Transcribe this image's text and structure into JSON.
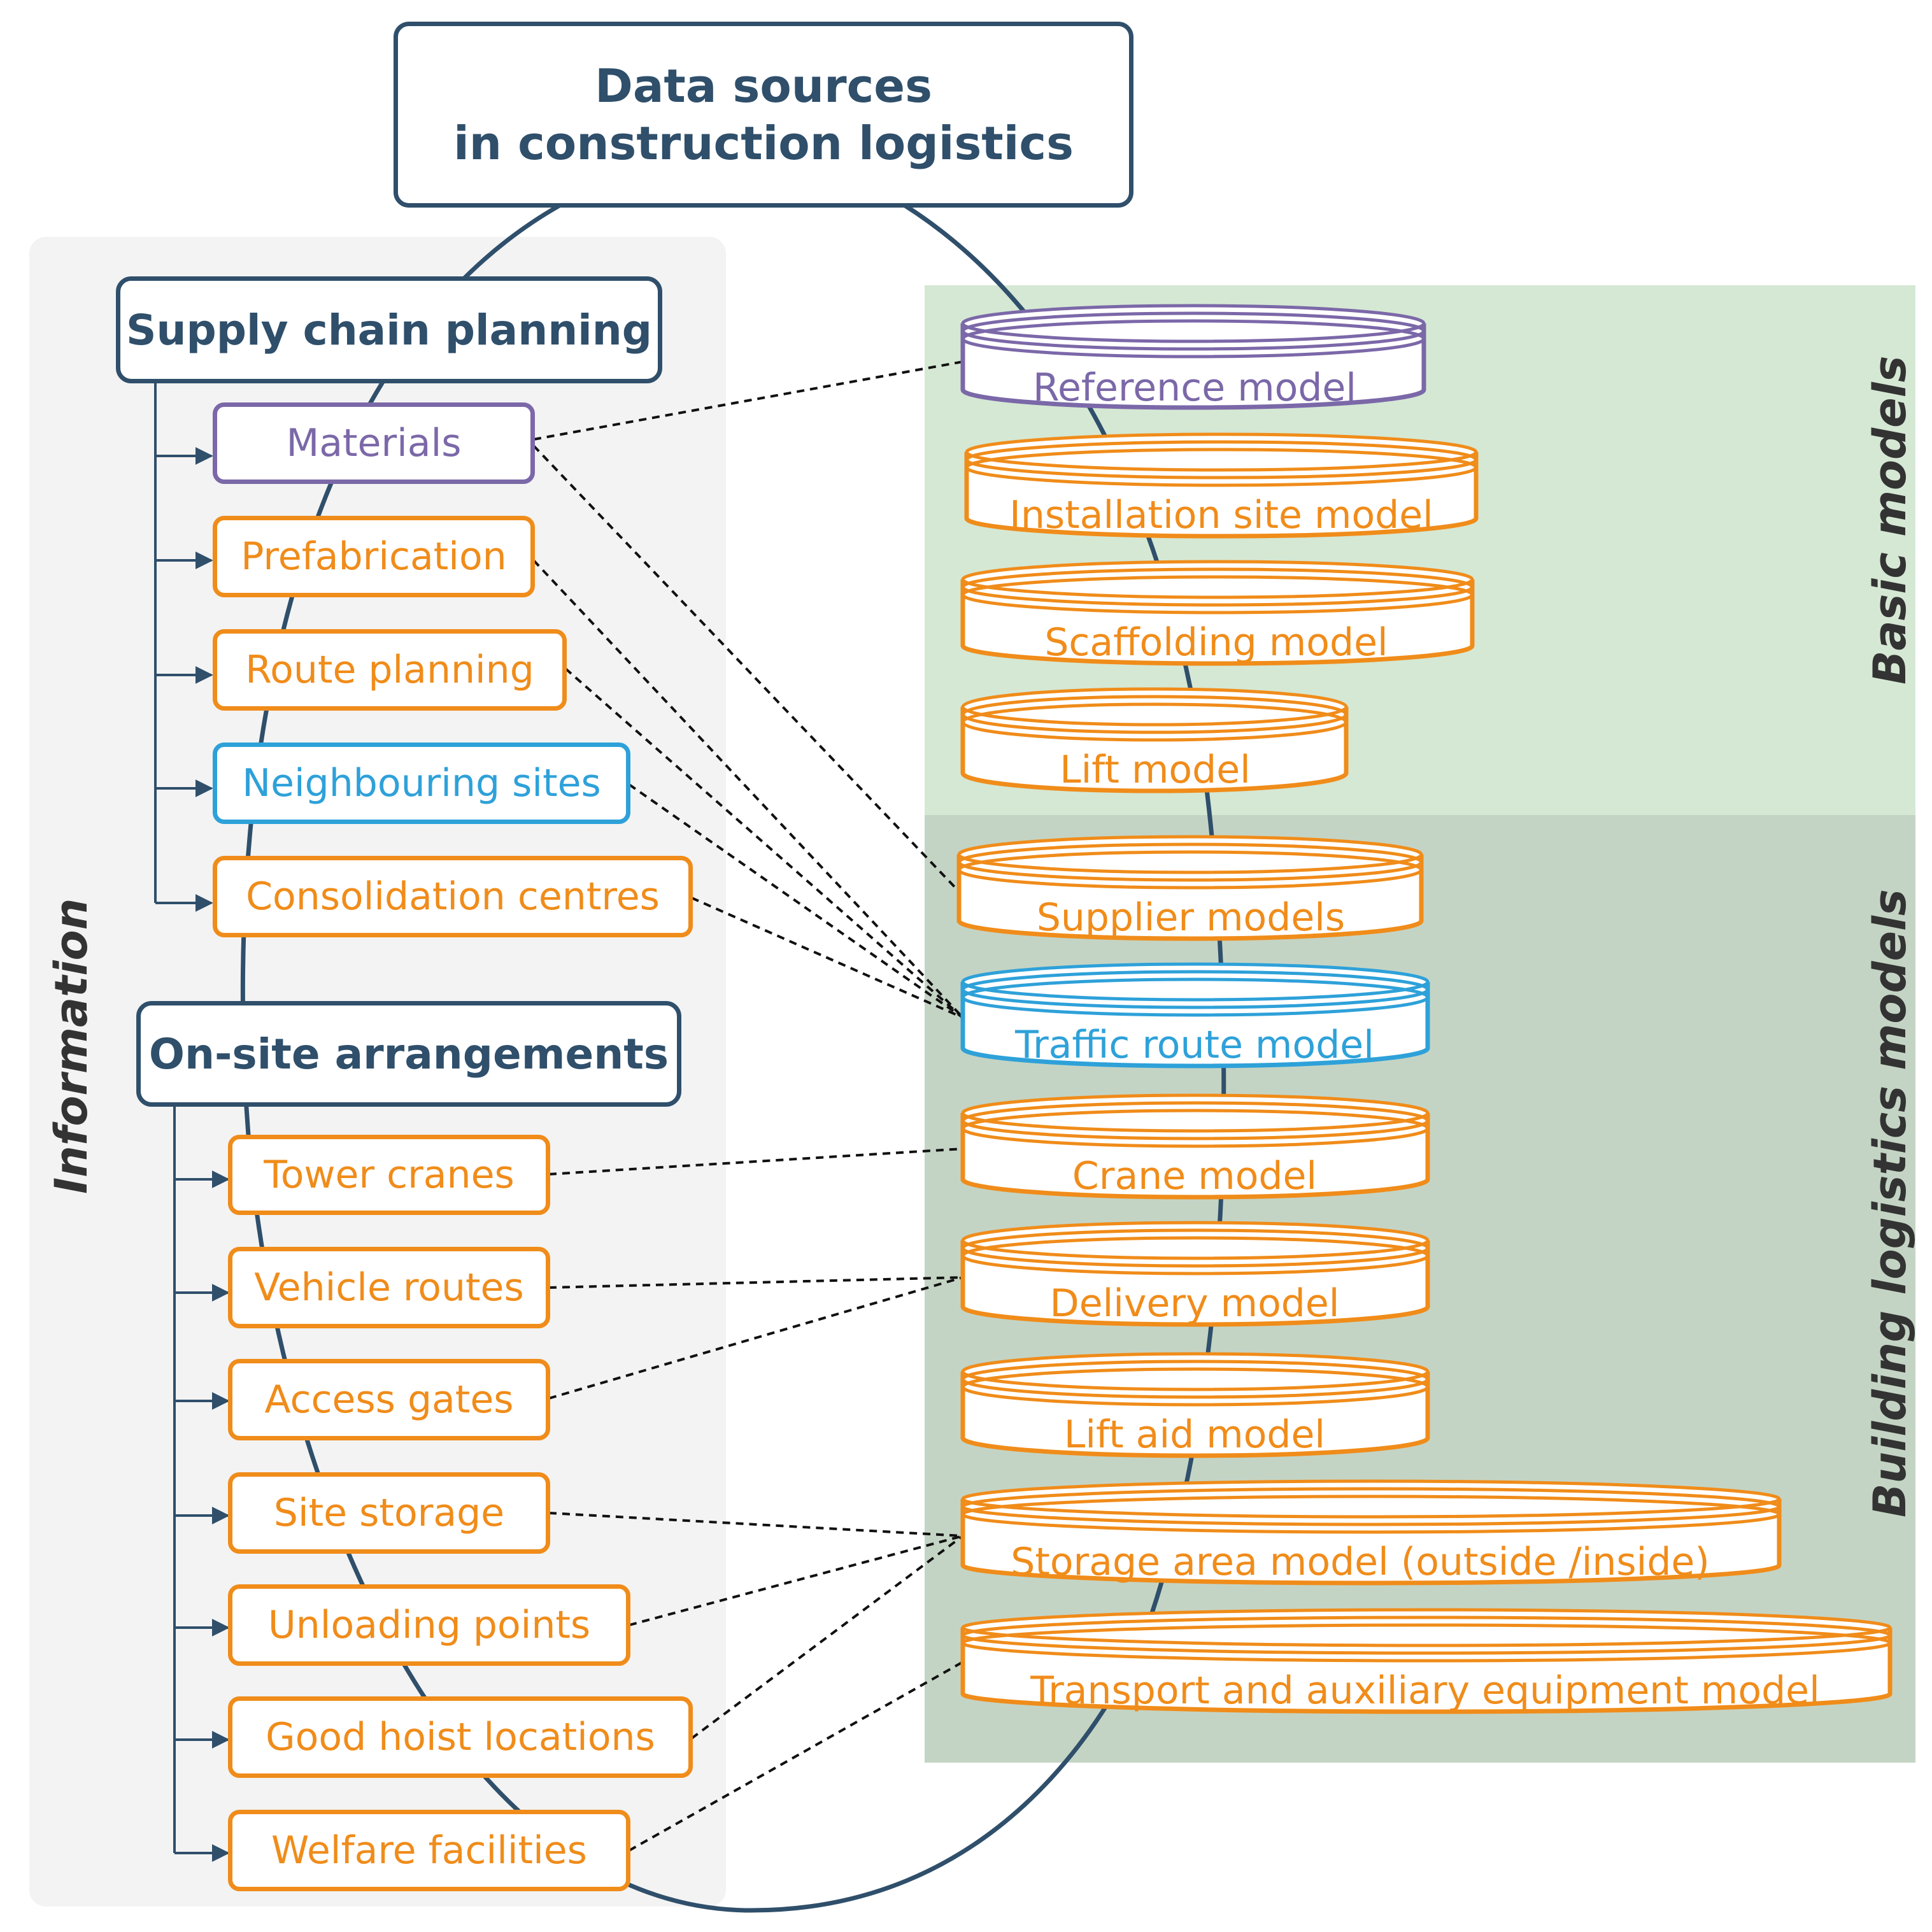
{
  "title": {
    "line1": "Data sources",
    "line2": "in construction logistics"
  },
  "side_labels": {
    "information": "Information",
    "basic_models": "Basic models",
    "building_logistics_models": "Building logistics models"
  },
  "supply_chain": {
    "heading": "Supply chain planning",
    "items": [
      "Materials",
      "Prefabrication",
      "Route planning",
      "Neighbouring sites",
      "Consolidation centres"
    ]
  },
  "on_site": {
    "heading": "On-site arrangements",
    "items": [
      "Tower cranes",
      "Vehicle routes",
      "Access gates",
      "Site storage",
      "Unloading points",
      "Good hoist locations",
      "Welfare facilities"
    ]
  },
  "models": [
    "Reference model",
    "Installation site model",
    "Scaffolding model",
    "Lift model",
    "Supplier models",
    "Traffic route model",
    "Crane model",
    "Delivery model",
    "Lift aid model",
    "Storage area model (outside /inside)",
    "Transport and auxiliary equipment model"
  ],
  "colors": {
    "dark_blue": "#2f4f6b",
    "purple": "#7b68a8",
    "orange": "#f08c1a",
    "blue": "#2ea1d9",
    "basic_panel": "#d5e8d4",
    "logistics_panel": "#c4d4c4",
    "info_panel": "#f3f3f3"
  }
}
